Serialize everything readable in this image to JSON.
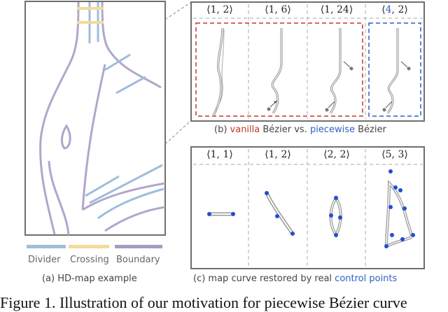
{
  "panel_a": {
    "caption": "(a) HD-map example",
    "legend": [
      {
        "label": "Divider",
        "color": "#9fbddb"
      },
      {
        "label": "Crossing",
        "color": "#f1dc9a"
      },
      {
        "label": "Boundary",
        "color": "#a79cc4"
      }
    ]
  },
  "panel_b": {
    "headers": [
      {
        "a": "1",
        "b": "2"
      },
      {
        "a": "1",
        "b": "6"
      },
      {
        "a": "1",
        "b": "24"
      },
      {
        "a": "4",
        "b": "2"
      }
    ],
    "caption_prefix": "(b) ",
    "caption_vanilla": "vanilla",
    "caption_mid": " Bézier vs. ",
    "caption_piecewise": "piecewise",
    "caption_suffix": " Bézier"
  },
  "panel_c": {
    "headers": [
      {
        "a": "1",
        "b": "1"
      },
      {
        "a": "1",
        "b": "2"
      },
      {
        "a": "2",
        "b": "2"
      },
      {
        "a": "5",
        "b": "3"
      }
    ],
    "caption_prefix": "(c) map curve restored by real ",
    "caption_highlight": "control points"
  },
  "figure_caption": "Figure 1. Illustration of our motivation for piecewise Bézier curve",
  "colors": {
    "red": "#c0392b",
    "blue": "#2f5fc4",
    "divider": "#9fbddb",
    "crossing": "#f1dc9a",
    "boundary": "#a79cc4"
  }
}
